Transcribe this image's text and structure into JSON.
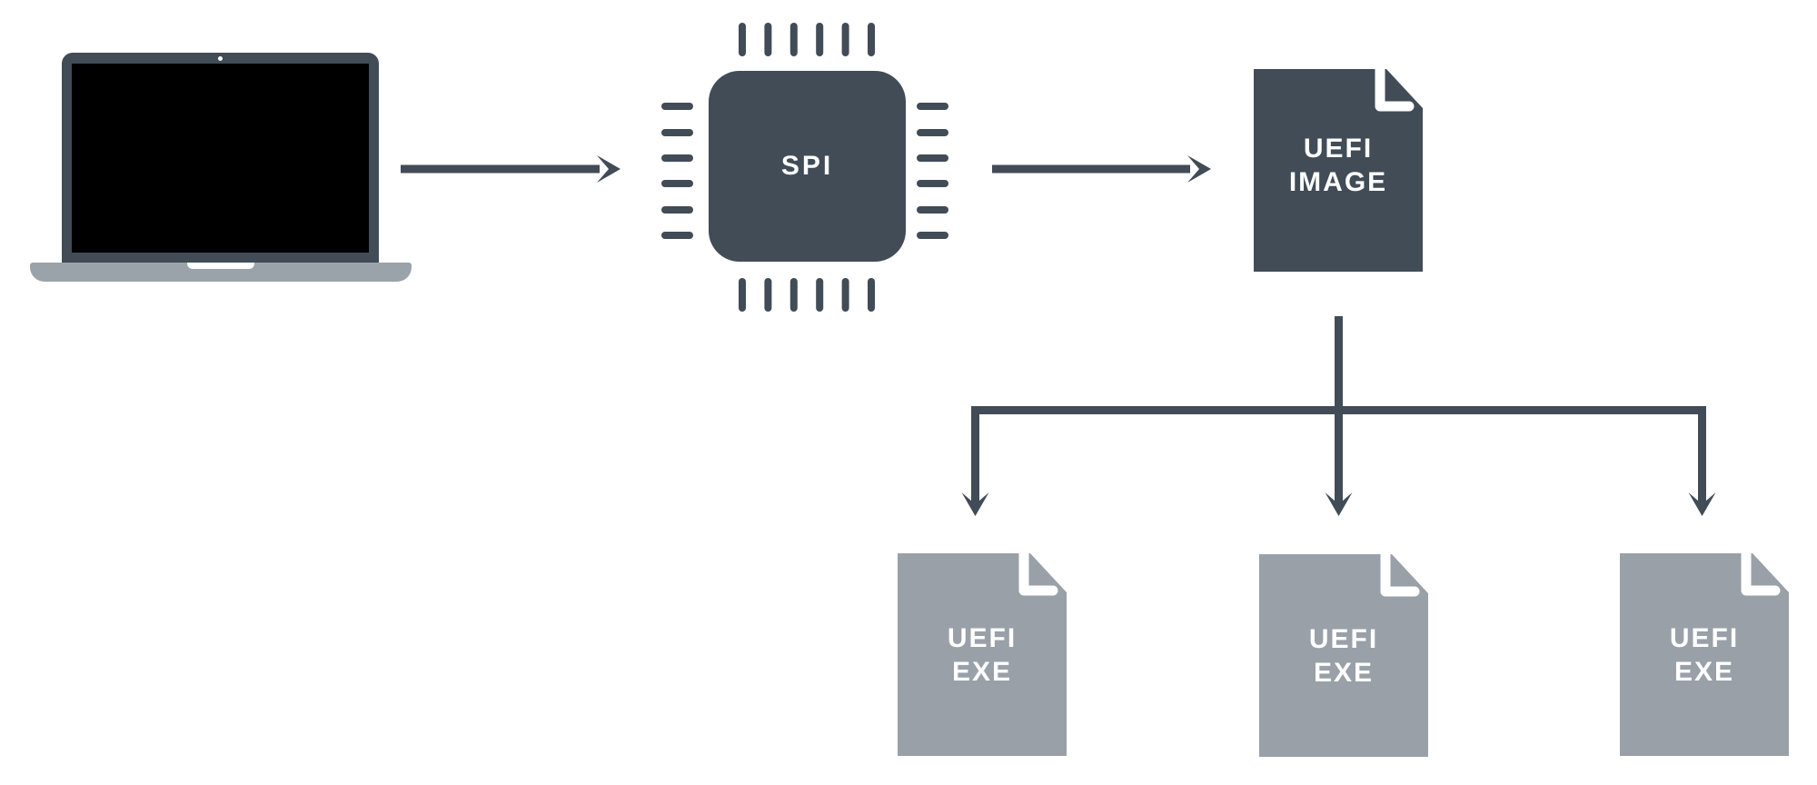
{
  "diagram": {
    "type": "flow-diagram",
    "colors": {
      "dark": "#414C57",
      "gray": "#9AA0A8",
      "laptop_base": "#9AA2AA",
      "screen_black": "#000000",
      "label_text": "#FFFFFF",
      "background": "#FFFFFF"
    },
    "nodes": {
      "laptop": {
        "icon": "laptop-icon",
        "label": ""
      },
      "spi": {
        "icon": "microchip-icon",
        "label": "SPI"
      },
      "uefi_image": {
        "icon": "file-icon",
        "line1": "UEFI",
        "line2": "IMAGE"
      },
      "uefi_exe_1": {
        "icon": "file-icon",
        "line1": "UEFI",
        "line2": "EXE"
      },
      "uefi_exe_2": {
        "icon": "file-icon",
        "line1": "UEFI",
        "line2": "EXE"
      },
      "uefi_exe_3": {
        "icon": "file-icon",
        "line1": "UEFI",
        "line2": "EXE"
      }
    },
    "edges": [
      {
        "from": "laptop",
        "to": "spi",
        "style": "arrow-right"
      },
      {
        "from": "spi",
        "to": "uefi_image",
        "style": "arrow-right"
      },
      {
        "from": "uefi_image",
        "to": "uefi_exe_1",
        "style": "arrow-down-branch"
      },
      {
        "from": "uefi_image",
        "to": "uefi_exe_2",
        "style": "arrow-down-branch"
      },
      {
        "from": "uefi_image",
        "to": "uefi_exe_3",
        "style": "arrow-down-branch"
      }
    ]
  }
}
